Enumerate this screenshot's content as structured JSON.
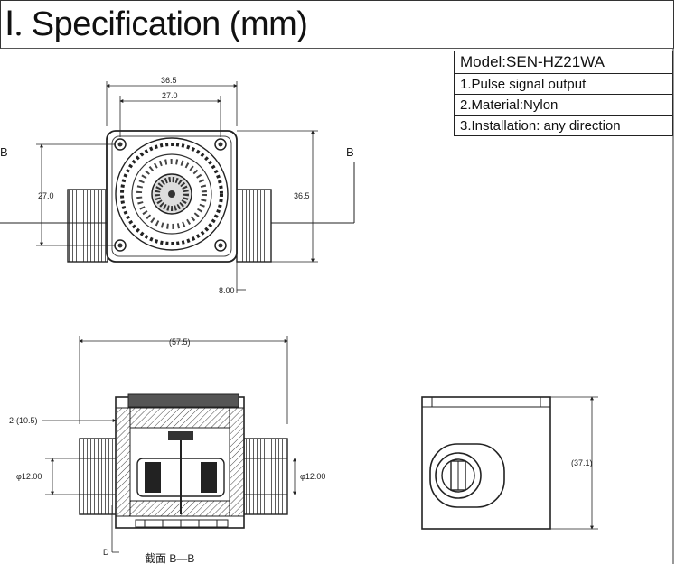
{
  "title": {
    "roman": "Ⅰ.",
    "text": "Specification (mm)"
  },
  "spec_table": [
    "Model:SEN-HZ21WA",
    "1.Pulse signal output",
    "2.Material:Nylon",
    "3.Installation: any direction"
  ],
  "top_view": {
    "dim_outer_width": "36.5",
    "dim_inner_width": "27.0",
    "dim_left_height": "27.0",
    "dim_right_height": "36.5",
    "dim_thread": "8.00",
    "section_mark_left": "B",
    "section_mark_right": "B"
  },
  "section_view": {
    "dim_length": "(57.5)",
    "dim_wall": "2-(10.5)",
    "dim_left_dia": "φ12.00",
    "dim_right_dia": "φ12.00",
    "marker_d": "D",
    "caption": "截面  B—B"
  },
  "side_view": {
    "dim_height": "(37.1)"
  }
}
